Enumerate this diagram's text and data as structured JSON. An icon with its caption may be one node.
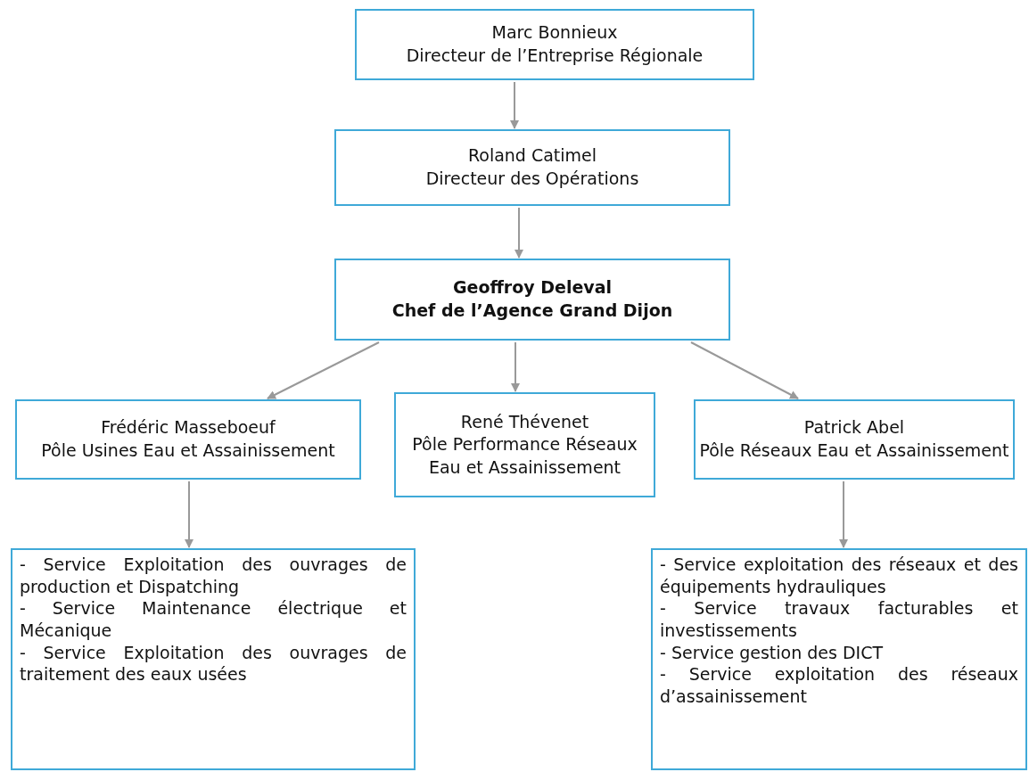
{
  "diagram": {
    "nodes": [
      {
        "text": [
          "Marc Bonnieux",
          "Directeur de l’Entreprise Régionale"
        ]
      },
      {
        "text": [
          "Roland Catimel",
          "Directeur des Opérations"
        ]
      },
      {
        "text": [
          "Geoffroy Deleval",
          "Chef de l’Agence Grand Dijon"
        ]
      },
      {
        "text": [
          "Frédéric Masseboeuf",
          "Pôle Usines Eau et Assainissement"
        ]
      },
      {
        "text": [
          "René Thévenet",
          "Pôle Performance Réseaux Eau et Assainissement"
        ]
      },
      {
        "text": [
          "Patrick Abel",
          "Pôle Réseaux Eau et Assainissement"
        ]
      },
      {
        "text": [
          "- Service Exploitation des ouvrages de production et Dispatching",
          "- Service Maintenance électrique et Mécanique",
          "- Service Exploitation des ouvrages de traitement des eaux usées"
        ]
      },
      {
        "text": [
          "- Service exploitation des réseaux et des équipements hydrauliques",
          "- Service travaux facturables et investissements",
          "- Service gestion des DICT",
          "- Service exploitation des réseaux d’assainissement"
        ]
      }
    ],
    "edges": [
      {
        "from": 0,
        "to": 1,
        "arrow": "to"
      },
      {
        "from": 1,
        "to": 2,
        "arrow": "to"
      },
      {
        "from": 2,
        "to": 3,
        "arrow": "to"
      },
      {
        "from": 2,
        "to": 4,
        "arrow": "to"
      },
      {
        "from": 2,
        "to": 5,
        "arrow": "to"
      },
      {
        "from": 3,
        "to": 6,
        "arrow": "to"
      },
      {
        "from": 5,
        "to": 7,
        "arrow": "to"
      }
    ]
  }
}
